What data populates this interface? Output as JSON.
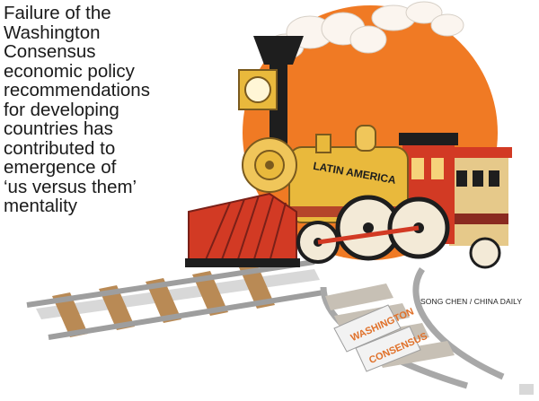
{
  "caption": {
    "lines": [
      "Failure of the",
      "Washington",
      "Consensus",
      "economic policy",
      "recommendations",
      "for developing",
      "countries has",
      "contributed to",
      "emergence of",
      "‘us versus them’",
      "mentality"
    ]
  },
  "illustration": {
    "locomotive_label": "LATIN AMERICA",
    "track_label_line1": "WASHINGTON",
    "track_label_line2": "CONSENSUS",
    "colors": {
      "sun": "#f07a24",
      "train_gold": "#e9b93c",
      "train_dark": "#1e1e1e",
      "train_red": "#d23a24",
      "rails": "#b9b9b9"
    }
  },
  "credit": "SONG CHEN / CHINA DAILY"
}
